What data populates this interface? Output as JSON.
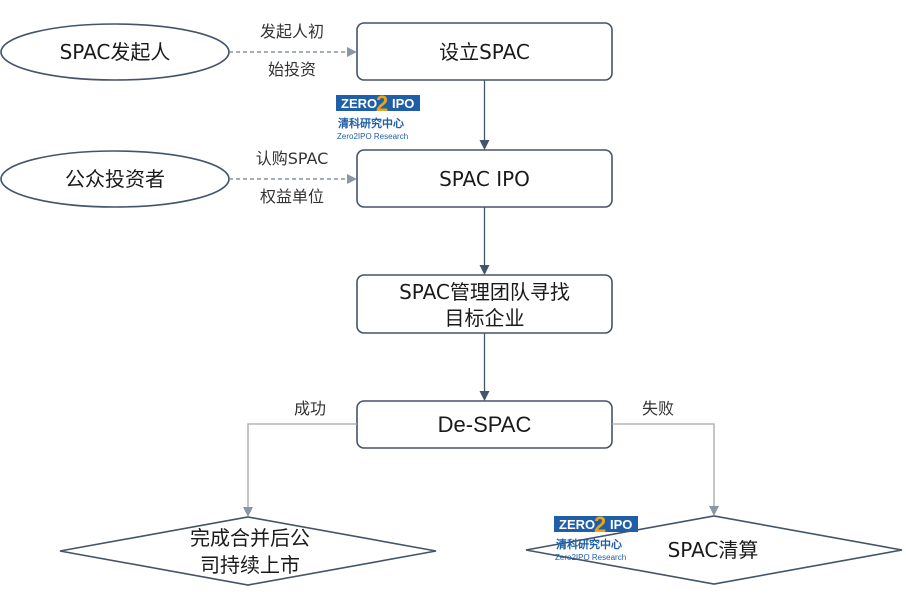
{
  "colors": {
    "stroke": "#44546a",
    "dashed": "#6d7c8e",
    "gray_line": "#a6a6a6",
    "logo_blue": "#1f5fa8",
    "logo_gold": "#e8a317"
  },
  "nodes": {
    "sponsor": "SPAC发起人",
    "public_investors": "公众投资者",
    "setup": "设立SPAC",
    "ipo": "SPAC IPO",
    "search": {
      "line1": "SPAC管理团队寻找",
      "line2": "目标企业"
    },
    "despac": "De-SPAC",
    "merged": {
      "line1": "完成合并后公",
      "line2": "司持续上市"
    },
    "liquidation": "SPAC清算"
  },
  "edges": {
    "sponsor_initial_investment": {
      "line1": "发起人初",
      "line2": "始投资"
    },
    "subscribe_units": {
      "line1": "认购SPAC",
      "line2": "权益单位"
    },
    "success": "成功",
    "failure": "失败"
  },
  "logo": {
    "brand_left": "ZERO",
    "brand_digit": "2",
    "brand_right": "IPO",
    "cn_name": "清科研究中心",
    "en_name": "Zero2IPO Research"
  }
}
